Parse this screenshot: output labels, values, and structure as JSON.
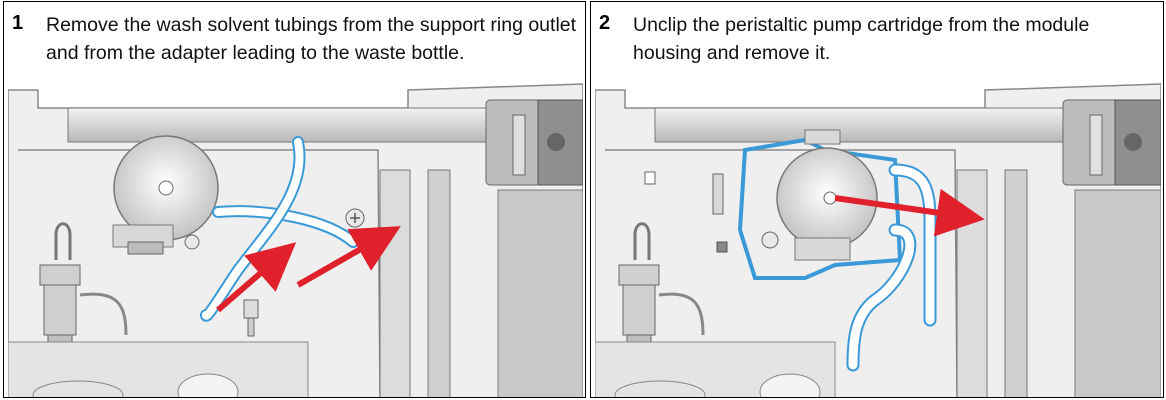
{
  "steps": [
    {
      "number": "1",
      "text": "Remove the wash solvent tubings from the support ring outlet and from the adapter leading to the waste bottle."
    },
    {
      "number": "2",
      "text": "Unclip the peristaltic pump cartridge from the module housing and remove it."
    }
  ],
  "colors": {
    "arrow": "#e0202a",
    "tubing_outline": "#3a9ad8",
    "metal": "#c9c9c9"
  },
  "icons": [
    "pump-cartridge-icon",
    "tubing-icon",
    "arrow-icon",
    "screw-icon",
    "fitting-icon"
  ]
}
